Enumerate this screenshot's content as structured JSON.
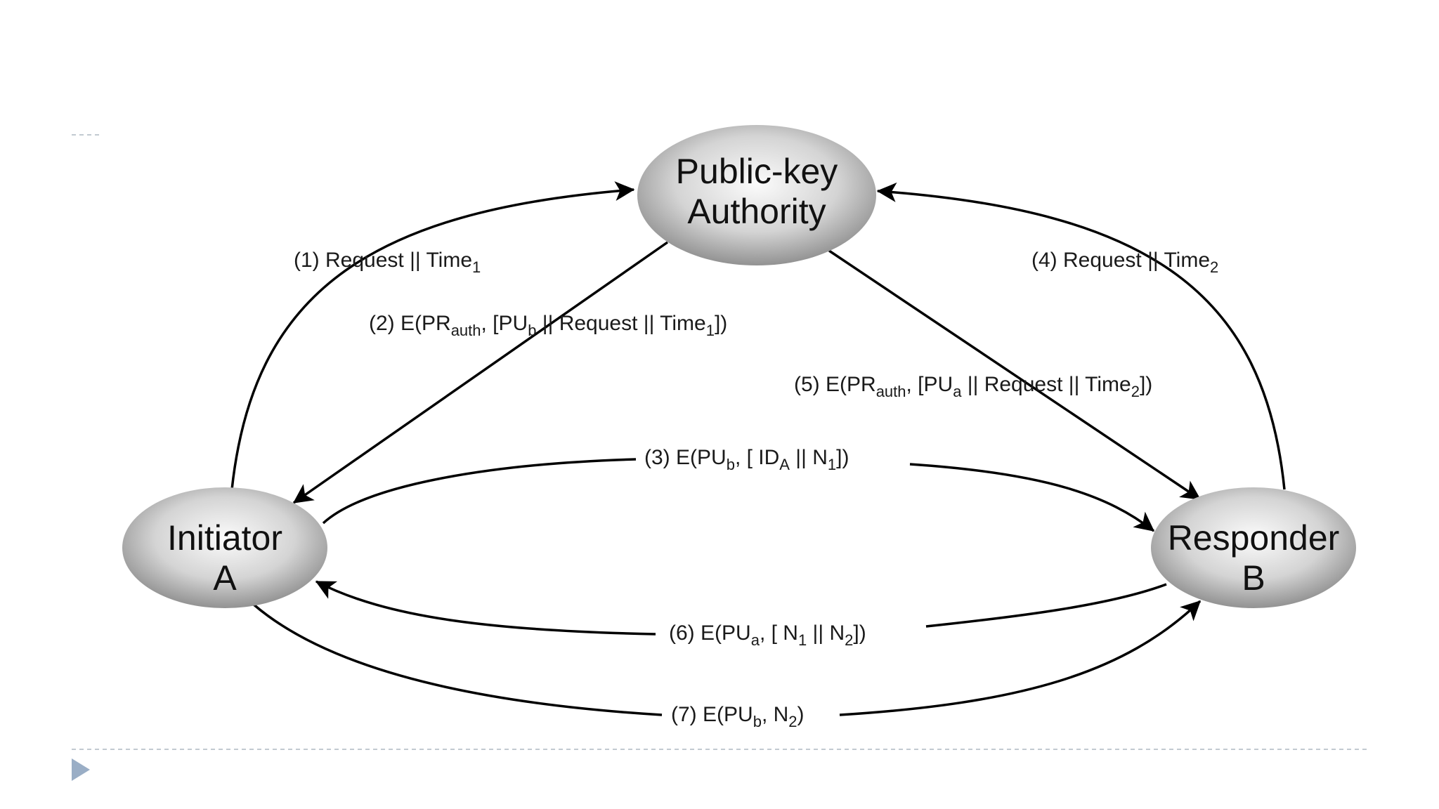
{
  "nodes": {
    "authority": {
      "line1": "Public-key",
      "line2": "Authority"
    },
    "initiator": {
      "line1": "Initiator",
      "line2": "A"
    },
    "responder": {
      "line1": "Responder",
      "line2": "B"
    }
  },
  "messages": {
    "m1": {
      "prefix": "(1)  Request || Time",
      "sub": "1"
    },
    "m2": {
      "a": "(2) E(PR",
      "a_sub": "auth",
      "b": ", [PU",
      "b_sub": "b",
      "c": " || Request || Time",
      "c_sub": "1",
      "d": "])"
    },
    "m3": {
      "a": "(3) E(PU",
      "a_sub": "b",
      "b": ", [ ID",
      "b_sub": "A",
      "c": " || N",
      "c_sub": "1",
      "d": "])"
    },
    "m4": {
      "prefix": "(4)  Request || Time",
      "sub": "2"
    },
    "m5": {
      "a": "(5) E(PR",
      "a_sub": "auth",
      "b": ", [PU",
      "b_sub": "a",
      "c": " || Request || Time",
      "c_sub": "2",
      "d": "])"
    },
    "m6": {
      "a": "(6) E(PU",
      "a_sub": "a",
      "b": ", [ N",
      "b_sub": "1",
      "c": " || N",
      "c_sub": "2",
      "d": "])"
    },
    "m7": {
      "a": "(7) E(PU",
      "a_sub": "b",
      "b": ", N",
      "b_sub": "2",
      "c": ")"
    }
  },
  "colors": {
    "arrow": "#000000",
    "node_light": "#f7f7f7",
    "node_dark": "#8c8c8c",
    "slide_bullet": "#9aaec6"
  },
  "icons": {
    "slide_bullet": "triangle-bullet-icon"
  }
}
